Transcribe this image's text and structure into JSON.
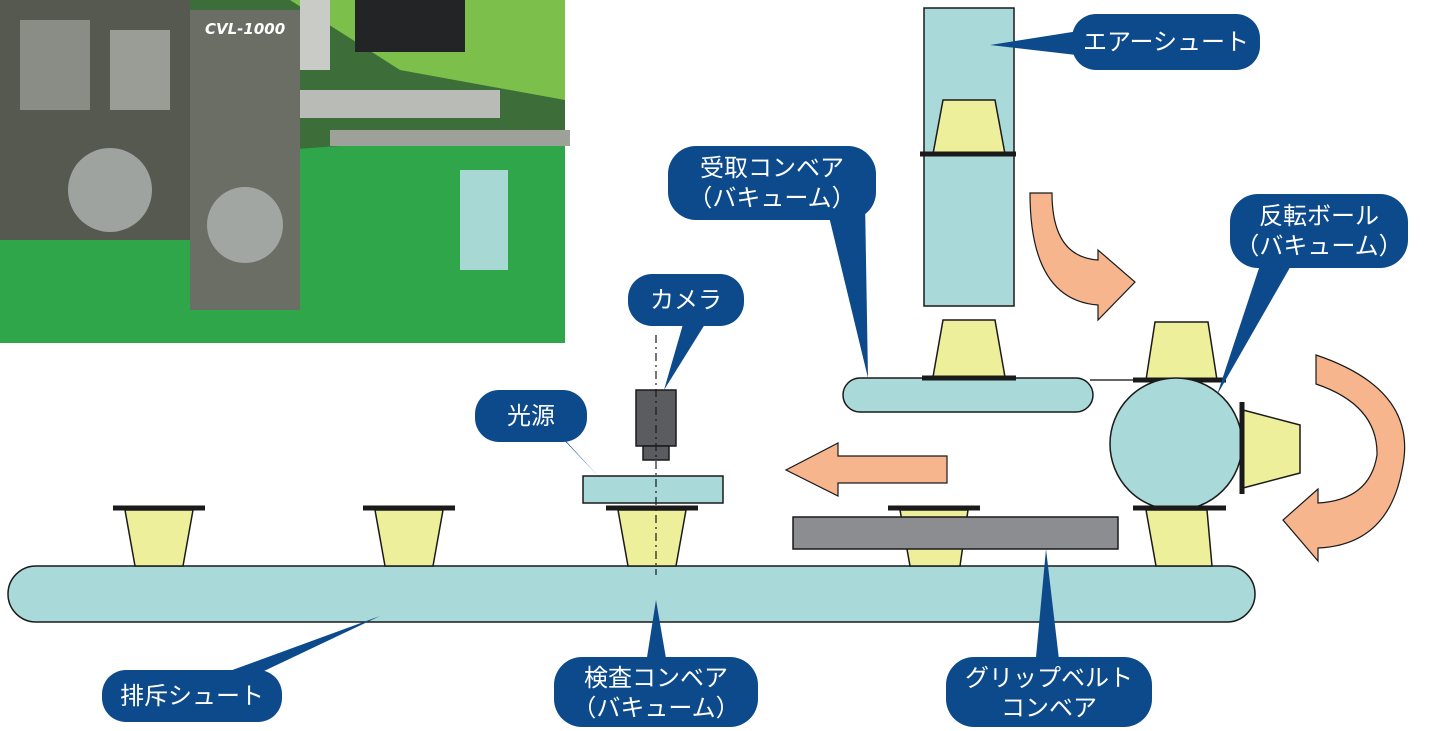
{
  "photo": {
    "machine_label": "CVL-1000"
  },
  "callouts": {
    "air_chute": "エアーシュート",
    "receive_conveyor_1": "受取コンベア",
    "receive_conveyor_2": "（バキューム）",
    "reverse_ball_1": "反転ボール",
    "reverse_ball_2": "（バキューム）",
    "camera": "カメラ",
    "light_source": "光源",
    "reject_chute": "排斥シュート",
    "inspection_conveyor_1": "検査コンベア",
    "inspection_conveyor_2": "（バキューム）",
    "grip_belt_1": "グリップベルト",
    "grip_belt_2": "コンベア"
  },
  "colors": {
    "callout_bg": "#0d4a8c",
    "conveyor": "#a9d9d8",
    "cup": "#eeef9a",
    "arrow": "#f7b58e",
    "belt": "#8c8d90",
    "camera": "#5b5c60"
  }
}
